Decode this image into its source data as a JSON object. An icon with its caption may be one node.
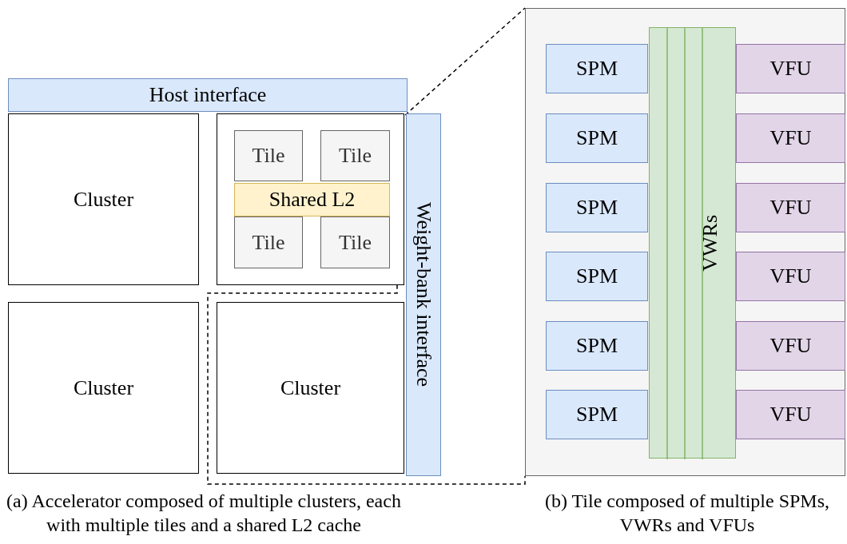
{
  "diagram": {
    "nodes": [
      {
        "text": [
          "Host interface"
        ]
      },
      {
        "text": [
          "Cluster"
        ]
      },
      {
        "text": [],
        "shape": "box"
      },
      {
        "text": [
          "Tile"
        ],
        "in": 2
      },
      {
        "text": [
          "Tile"
        ],
        "in": 2
      },
      {
        "text": [
          "Shared L2"
        ],
        "in": 2
      },
      {
        "text": [
          "Tile"
        ],
        "in": 2
      },
      {
        "text": [
          "Tile"
        ],
        "in": 2
      },
      {
        "text": [
          "Weight-bank interface"
        ]
      },
      {
        "text": [
          "Cluster"
        ]
      },
      {
        "text": [
          "Cluster"
        ]
      },
      {
        "text": [],
        "shape": "box"
      },
      {
        "text": [
          "SPM"
        ],
        "in": 11
      },
      {
        "text": [
          "SPM"
        ],
        "in": 11
      },
      {
        "text": [
          "SPM"
        ],
        "in": 11
      },
      {
        "text": [
          "SPM"
        ],
        "in": 11
      },
      {
        "text": [
          "SPM"
        ],
        "in": 11
      },
      {
        "text": [
          "SPM"
        ],
        "in": 11
      },
      {
        "text": [
          "VWRs"
        ],
        "in": 11
      },
      {
        "text": [
          "VFU"
        ],
        "in": 11
      },
      {
        "text": [
          "VFU"
        ],
        "in": 11
      },
      {
        "text": [
          "VFU"
        ],
        "in": 11
      },
      {
        "text": [
          "VFU"
        ],
        "in": 11
      },
      {
        "text": [
          "VFU"
        ],
        "in": 11
      },
      {
        "text": [
          "VFU"
        ],
        "in": 11
      }
    ],
    "edges": [
      {
        "from": 4,
        "to": 11,
        "arrow": "none",
        "style": "dashed"
      },
      {
        "from": 4,
        "to": 11,
        "arrow": "none",
        "style": "dashed"
      }
    ],
    "labels": [
      "(a) Accelerator composed of multiple clusters, each with multiple tiles and a shared L2 cache",
      "(b) Tile composed of multiple SPMs, VWRs and VFUs"
    ]
  }
}
